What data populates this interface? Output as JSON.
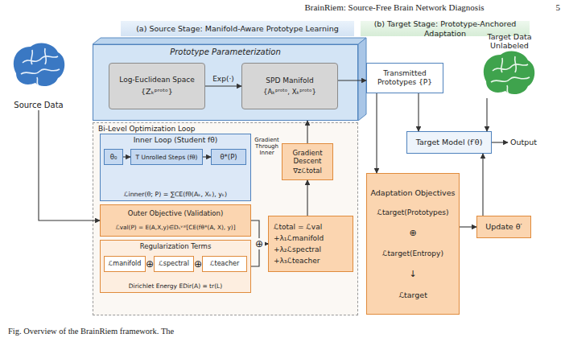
{
  "diagram": {
    "caption": "Fig. Overview of the BrainRiem framework. The",
    "nodes": [
      {
        "text": [
          "(a) Source Stage: Manifold-Aware Prototype Learning"
        ]
      },
      {
        "text": [
          "(b) Target Stage: Prototype-Anchored Adaptation"
        ]
      },
      {
        "text": [
          "Source Data"
        ]
      },
      {
        "text": [
          "Prototype Parameterization"
        ]
      },
      {
        "text": [
          "Log-Euclidean Space",
          "{Zₖᵖʳᵒᵗᵒ}"
        ],
        "in": 3
      },
      {
        "text": [
          "SPD Manifold",
          "{Aₖᵖʳᵒᵗᵒ, Xₖᵖʳᵒᵗᵒ}"
        ],
        "in": 3
      },
      {
        "text": [
          "Bi-Level Optimization Loop"
        ]
      },
      {
        "text": [
          "Inner Loop (Student fθ)",
          "ℒinner(θ; P) = ∑CE(fθ(Aₖ, Xₖ), yₖ)"
        ],
        "in": 6
      },
      {
        "text": [
          "θ₀"
        ],
        "in": 7
      },
      {
        "text": [
          "T Unrolled Steps (fθ)"
        ],
        "in": 7
      },
      {
        "text": [
          "θ*(P)"
        ],
        "in": 7
      },
      {
        "text": [
          "Outer Objective (Validation)",
          "ℒval(P) = E(A,X,y)∈Dₛᵛᵃˡ[CE(fθ*(A, X), y)]"
        ],
        "in": 6
      },
      {
        "text": [
          "Regularization Terms",
          "Dirichlet Energy EDir(A) = tr(L)"
        ],
        "in": 6
      },
      {
        "text": [
          "ℒmanifold"
        ],
        "in": 12
      },
      {
        "text": [
          "ℒspectral"
        ],
        "in": 12
      },
      {
        "text": [
          "ℒteacher"
        ],
        "in": 12
      },
      {
        "text": [
          "Gradient Descent",
          "∇zℒtotal"
        ],
        "in": 6
      },
      {
        "text": [
          "ℒtotal = ℒval +λ₁ℒmanifold +λ₂ℒspectral +λ₃ℒteacher"
        ],
        "in": 6
      },
      {
        "text": [
          "Transmitted Prototypes {P}"
        ]
      },
      {
        "text": [
          "Target Data Unlabeled"
        ]
      },
      {
        "text": [
          "Target Model (f′θ)"
        ]
      },
      {
        "text": [
          "Adaptation Objectives",
          "ℒtarget(Prototypes)",
          "⊕",
          "ℒtarget(Entropy)",
          "↓",
          "ℒtarget"
        ]
      },
      {
        "text": [
          "Update θ′"
        ]
      }
    ],
    "edges": [
      {
        "from": 4,
        "to": 5,
        "label": "Exp(·)",
        "arrow": "to"
      },
      {
        "from": 5,
        "to": 18,
        "arrow": "to"
      },
      {
        "from": 8,
        "to": 9,
        "arrow": "to"
      },
      {
        "from": 9,
        "to": 10,
        "arrow": "to"
      },
      {
        "from": 2,
        "to": 11,
        "arrow": "to"
      },
      {
        "from": 11,
        "to": 17,
        "arrow": "to"
      },
      {
        "from": 12,
        "to": 17,
        "arrow": "to"
      },
      {
        "from": 17,
        "to": 16,
        "arrow": "to"
      },
      {
        "from": 16,
        "to": 3,
        "arrow": "to"
      },
      {
        "from": 18,
        "to": 20,
        "arrow": "to"
      },
      {
        "from": 19,
        "to": 20,
        "arrow": "to"
      },
      {
        "from": 18,
        "to": 21,
        "arrow": "to"
      },
      {
        "from": 21,
        "to": 22,
        "arrow": "to"
      },
      {
        "from": 22,
        "to": 20,
        "arrow": "to"
      }
    ],
    "labels": [
      "BrainRiem: Source-Free Brain Network Diagnosis",
      "5",
      "Gradient Through Inner",
      "⊕",
      "⊕",
      "⊕",
      "Output"
    ]
  }
}
